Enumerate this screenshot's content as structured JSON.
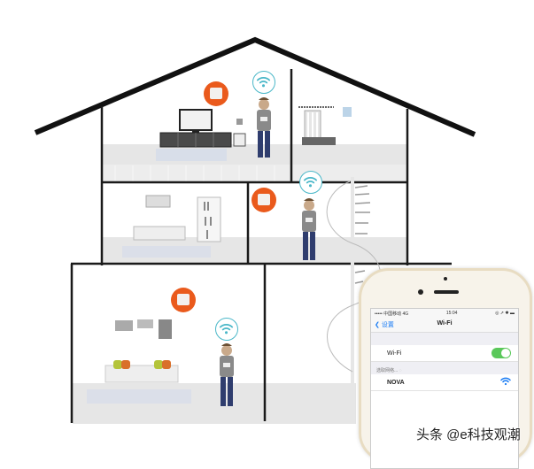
{
  "scene": {
    "description": "Cross-section illustration of a multi-storey house with mesh Wi-Fi nodes in each room and a person using a phone under each Wi-Fi signal",
    "colors": {
      "node_orange": "#ea5a1c",
      "wifi_teal": "#4ab7c8",
      "wall": "#1a1a1a",
      "floor": "#e4e4e4",
      "toggle_green": "#5ac85a",
      "ios_blue": "#1a7cf4"
    },
    "rooms": [
      {
        "name": "attic-living-room",
        "items": [
          "tv",
          "tv-cabinet",
          "lamp",
          "nightstand",
          "rug",
          "person",
          "mesh-node",
          "wifi-signal"
        ]
      },
      {
        "name": "attic-bathroom",
        "items": [
          "radiator",
          "window",
          "railing"
        ]
      },
      {
        "name": "middle-left-room",
        "items": [
          "painting",
          "sofa",
          "bookshelf",
          "rug"
        ]
      },
      {
        "name": "middle-right-room",
        "items": [
          "person",
          "mesh-node",
          "wifi-signal",
          "spiral-staircase"
        ]
      },
      {
        "name": "ground-left-room",
        "items": [
          "photo-frames",
          "sofa",
          "cushions",
          "rug",
          "person",
          "mesh-node",
          "wifi-signal"
        ]
      },
      {
        "name": "ground-right-room",
        "items": [
          "spiral-staircase"
        ]
      }
    ]
  },
  "phone": {
    "status_bar": {
      "carrier": "••••• 中国移动  4G",
      "time": "15:04",
      "indicators": "◎ ➚ ✱ ▬"
    },
    "nav": {
      "back_label": "设置",
      "title": "Wi-Fi"
    },
    "wifi_row": {
      "label": "Wi-Fi",
      "toggle_on": true
    },
    "section_header": "选取网络...",
    "networks": [
      {
        "name": "NOVA",
        "icon": "wifi-icon"
      }
    ]
  },
  "watermark": {
    "text": "头条 @e科技观潮"
  }
}
